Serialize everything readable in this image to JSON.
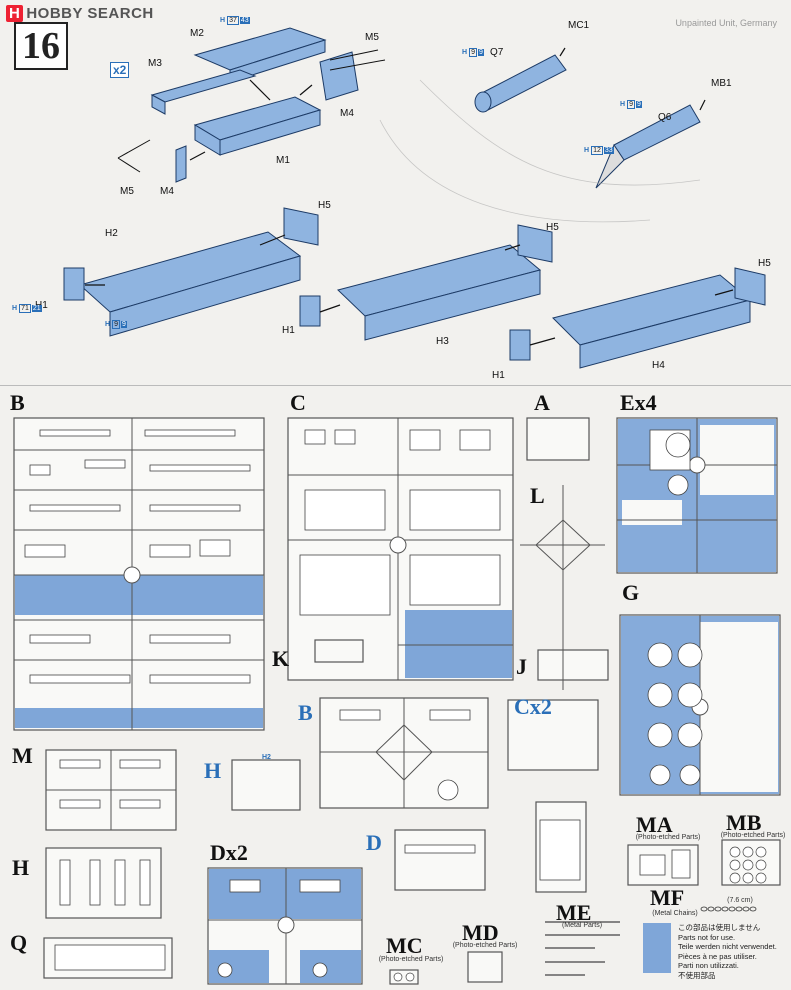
{
  "header": {
    "watermark": "HOBBY SEARCH",
    "watermark_badge": "H",
    "step_number": "16",
    "note": "Unpainted Unit, Germany"
  },
  "step": {
    "multiplier": "x2",
    "part_labels": {
      "M1": "M1",
      "M2": "M2",
      "M3": "M3",
      "M4a": "M4",
      "M4b": "M4",
      "M5a": "M5",
      "M5b": "M5",
      "MC1": "MC1",
      "MB1": "MB1",
      "Q6": "Q6",
      "Q7": "Q7",
      "H1a": "H1",
      "H1b": "H1",
      "H1c": "H1",
      "H2": "H2",
      "H3": "H3",
      "H4": "H4",
      "H5a": "H5",
      "H5b": "H5",
      "H5c": "H5"
    },
    "color_refs": {
      "m2": {
        "h": "H",
        "a": "37",
        "b": "43"
      },
      "q7": {
        "h": "H",
        "a": "9",
        "b": "9"
      },
      "q6a": {
        "h": "H",
        "a": "9",
        "b": "9"
      },
      "q6b": {
        "h": "H",
        "a": "12",
        "b": "33"
      },
      "h1": {
        "h": "H",
        "a": "71",
        "b": "21"
      },
      "h2": {
        "h": "H",
        "a": "9",
        "b": "9"
      }
    }
  },
  "sprues": {
    "B": "B",
    "C": "C",
    "A": "A",
    "Ex4": "Ex4",
    "L": "L",
    "G": "G",
    "K": "K",
    "J": "J",
    "B2": "B",
    "Cx2": "Cx2",
    "M": "M",
    "H": "H",
    "H2": "H",
    "H2_small": "H2",
    "D": "D",
    "Dx2": "Dx2",
    "Q": "Q",
    "MA": "MA",
    "MB": "MB",
    "MC": "MC",
    "MD": "MD",
    "ME": "ME",
    "MF": "MF"
  },
  "captions": {
    "MA": "(Photo-etched Parts)",
    "MB": "(Photo-etched Parts)",
    "MC": "(Photo-etched Parts)",
    "MD": "(Photo-etched Parts)",
    "ME": "(Metal Parts)",
    "MF": "(Metal Chains)",
    "MF_size": "(7.6 cm)"
  },
  "legend": {
    "line1": "この部品は使用しません",
    "line2": "Parts not for use.",
    "line3": "Teile werden nicht verwendet.",
    "line4": "Pièces à ne pas utiliser.",
    "line5": "Parti non utilizzati.",
    "line6": "不使用部品"
  },
  "colors": {
    "part_blue": "#8fb4e0",
    "unused_blue": "#7fa6d8",
    "accent_blue": "#2a6fb8"
  }
}
